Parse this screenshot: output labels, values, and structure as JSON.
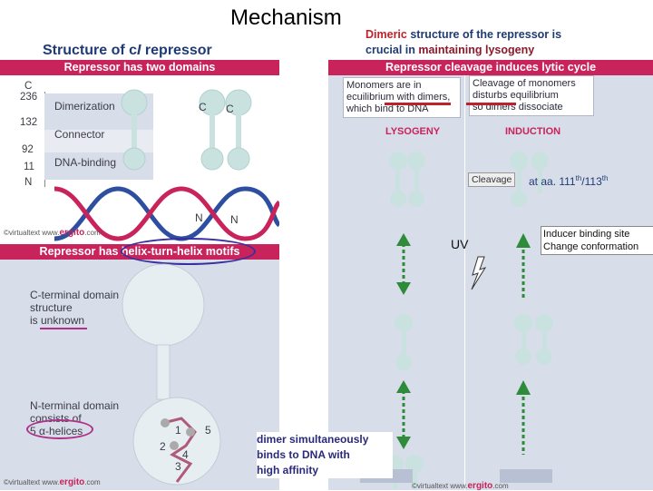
{
  "title": "Mechanism",
  "subtitle": {
    "prefix": "Structure of c",
    "italic": "I",
    "suffix": " repressor"
  },
  "dimeric_note": {
    "word1": "Dimeric",
    "rest1": " structure of the repressor is",
    "crucial": "crucial in ",
    "maintaining": "maintaining lysogeny"
  },
  "left_panel": {
    "header_top": "Repressor has two domains",
    "axis_labels": [
      "C",
      "236",
      "132",
      "92",
      "11",
      "N"
    ],
    "domain_labels": [
      "Dimerization",
      "Connector",
      "DNA-binding"
    ],
    "term_labels": [
      "C",
      "C",
      "N",
      "N"
    ],
    "copyright1": "©virtualtext",
    "site1_www": "www.",
    "site1_brand": "ergito",
    "site1_com": ".com",
    "header_mid": "Repressor has helix-turn-helix motifs",
    "c_terminal": [
      "C-terminal domain",
      "structure",
      "is unknown"
    ],
    "n_terminal": [
      "N-terminal domain",
      "consists of",
      "5 α-helices"
    ],
    "helix_numbers": [
      "1",
      "2",
      "3",
      "4",
      "5"
    ],
    "copyright2": "©virtualtext",
    "site2_www": "www.",
    "site2_brand": "ergito",
    "site2_com": ".com"
  },
  "right_panel": {
    "header": "Repressor cleavage induces lytic cycle",
    "box_left": [
      "Monomers are in",
      "ecuilibrium with dimers,",
      "which bind to DNA"
    ],
    "box_right": [
      "Cleavage of monomers",
      "disturbs equilibrium",
      "so dimers dissociate"
    ],
    "phase_left": "LYSOGENY",
    "phase_right": "INDUCTION",
    "cleavage_label": "Cleavage",
    "cleavage_site_prefix": "at aa. 111",
    "cleavage_site_sup1": "th",
    "cleavage_site_mid": "/113",
    "cleavage_site_sup2": "th",
    "uv": "UV",
    "inducer": [
      "Inducer binding site",
      "Change conformation"
    ],
    "copyright": "©virtualtext",
    "site_www": "www.",
    "site_brand": "ergito",
    "site_com": ".com"
  },
  "bottom_note": [
    "dimer simultaneously",
    "binds to DNA with",
    "high affinity"
  ],
  "colors": {
    "accent": "#c8235a",
    "panel": "#d7dde9",
    "navy": "#1f3b73",
    "arrow_green": "#2e8b3a",
    "protein": "#c9e2e0"
  }
}
